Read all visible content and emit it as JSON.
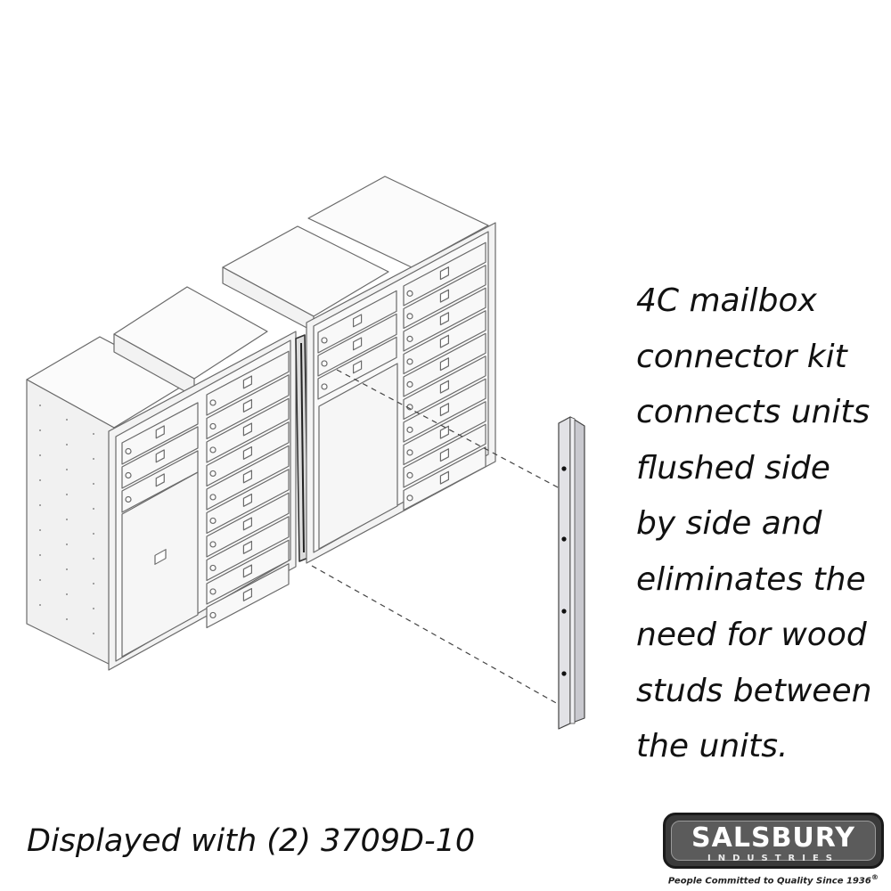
{
  "description": {
    "lines": [
      "4C mailbox",
      "connector kit",
      "connects units",
      "flushed side",
      "by side and",
      "eliminates the",
      "need for wood",
      "studs between",
      "the units."
    ]
  },
  "caption": "Displayed with (2) 3709D-10",
  "logo": {
    "name": "SALSBURY",
    "sub": "INDUSTRIES",
    "tagline": "People Committed to Quality Since 1936",
    "registered": "®"
  },
  "colors": {
    "line": "#6a6a6a",
    "panel": "#f7f7f7",
    "top": "#fbfbfb",
    "side": "#eeeeee",
    "rail": "#d8d8dc"
  }
}
